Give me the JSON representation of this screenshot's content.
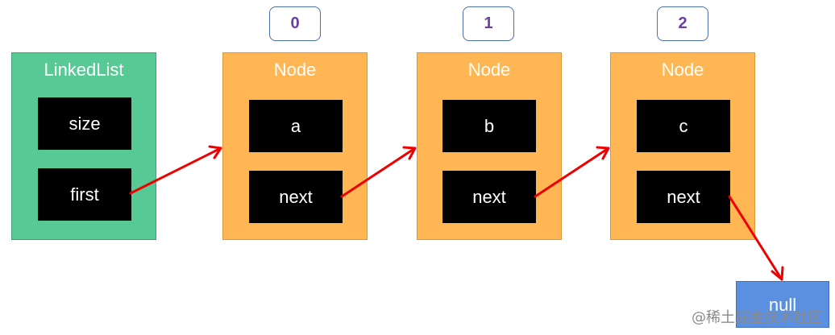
{
  "linked_list": {
    "title": "LinkedList",
    "fields": [
      "size",
      "first"
    ]
  },
  "nodes": [
    {
      "index": "0",
      "title": "Node",
      "value": "a",
      "next": "next"
    },
    {
      "index": "1",
      "title": "Node",
      "value": "b",
      "next": "next"
    },
    {
      "index": "2",
      "title": "Node",
      "value": "c",
      "next": "next"
    }
  ],
  "null_label": "null",
  "watermark": "@稀土掘金技术社区",
  "colors": {
    "linked_list_bg": "#57c994",
    "node_bg": "#ffb653",
    "field_bg": "#000000",
    "null_bg": "#5b8fdf",
    "arrow": "#ee0000",
    "index_text": "#6a3fa0"
  }
}
